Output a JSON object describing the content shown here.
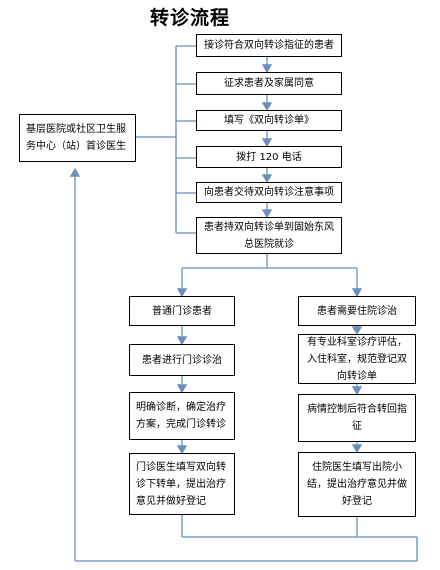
{
  "title": "转诊流程",
  "colors": {
    "connector": "#6b8fba",
    "border": "#000000"
  },
  "start": {
    "text": "基层医院或社区卫生服务中心（站）首诊医生"
  },
  "steps": [
    "接诊符合双向转诊指征的患者",
    "征求患者及家属同意",
    "填写《双向转诊单》",
    "拨打 120 电话",
    "向患者交待双向转诊注意事项",
    "患者持双向转诊单到固始东风总医院就诊"
  ],
  "outpatient": [
    "普通门诊患者",
    "患者进行门诊诊治",
    "明确诊断，确定治疗方案，完成门诊转诊",
    "门诊医生填写双向转诊下转单，提出治疗意见并做好登记"
  ],
  "inpatient": [
    "患者需要住院诊治",
    "有专业科室诊疗评估，入住科室，规范登记双向转诊单",
    "病情控制后符合转回指征",
    "住院医生填写出院小结，提出治疗意见并做好登记"
  ]
}
